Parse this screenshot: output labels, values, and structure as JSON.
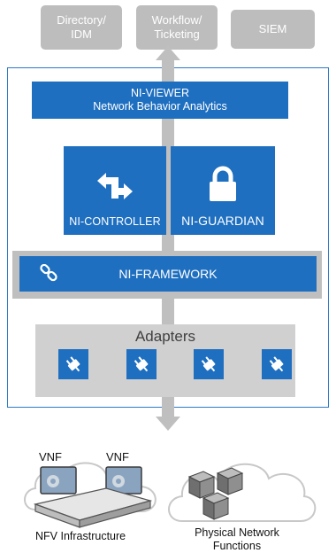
{
  "external_systems": [
    {
      "line1": "Directory/",
      "line2": "IDM"
    },
    {
      "line1": "Workflow/",
      "line2": "Ticketing"
    },
    {
      "line1": "SIEM",
      "line2": ""
    }
  ],
  "viewer": {
    "title": "NI-VIEWER",
    "subtitle": "Network Behavior Analytics"
  },
  "controller": {
    "label": "NI-CONTROLLER"
  },
  "guardian": {
    "label": "NI-GUARDIAN"
  },
  "framework": {
    "label": "NI-FRAMEWORK"
  },
  "adapters": {
    "title": "Adapters",
    "count": 4
  },
  "nfv": {
    "vnf_labels": [
      "VNF",
      "VNF"
    ],
    "caption": "NFV Infrastructure"
  },
  "physical": {
    "caption_line1": "Physical Network",
    "caption_line2": "Functions"
  },
  "colors": {
    "blue": "#1f6fc0",
    "grey": "#bdbdbd",
    "frame": "#2d7bc7"
  }
}
